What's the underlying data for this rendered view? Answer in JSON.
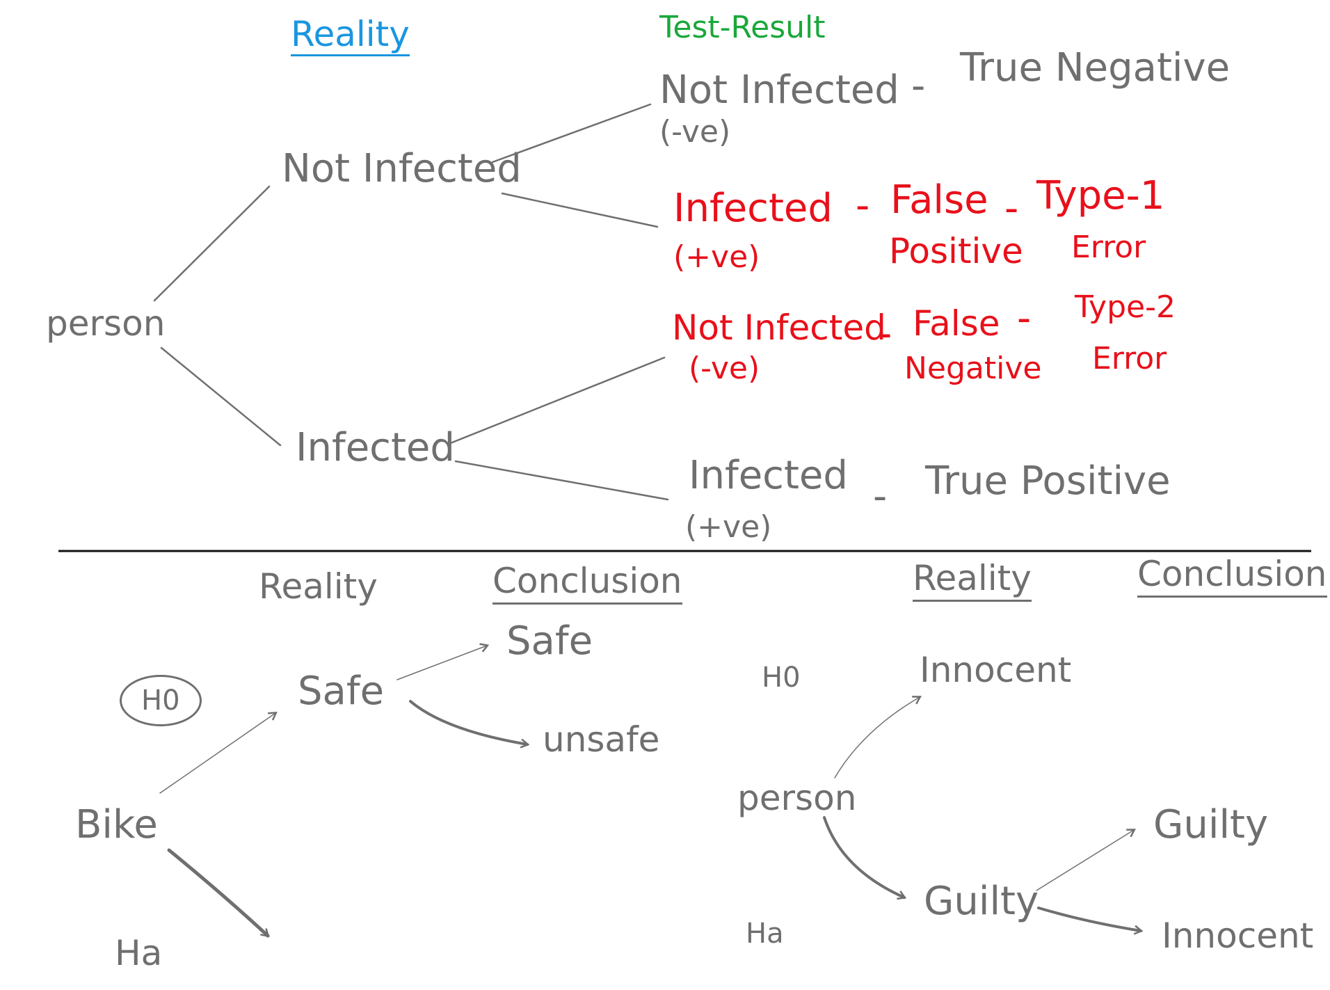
{
  "colors": {
    "ink": "#6f6f6f",
    "error": "#e8101a",
    "reality": "#1a96e0",
    "test_result": "#1aa83a"
  },
  "top": {
    "reality_header": "Reality",
    "test_result_header": "Test-Result",
    "root": "person",
    "not_infected": "Not Infected",
    "infected": "Infected",
    "outcomes": [
      {
        "result": "Not Infected",
        "sign": "(-ve)",
        "dash": "-",
        "label": "True Negative"
      },
      {
        "result": "Infected",
        "sign": "(+ve)",
        "dash1": "-",
        "label_line1": "False",
        "label_line2": "Positive",
        "dash2": "-",
        "type_line1": "Type-1",
        "type_line2": "Error"
      },
      {
        "result": "Not Infected",
        "sign": "(-ve)",
        "dash1": "-",
        "label_line1": "False",
        "label_line2": "Negative",
        "dash2": "-",
        "type_line1": "Type-2",
        "type_line2": "Error"
      },
      {
        "result": "Infected",
        "sign": "(+ve)",
        "dash": "-",
        "label": "True Positive"
      }
    ]
  },
  "bottom_left": {
    "reality_header": "Reality",
    "conclusion_header": "Conclusion",
    "h0": "H0",
    "root": "Bike",
    "safe": "Safe",
    "conclusion_safe": "Safe",
    "conclusion_unsafe": "unsafe",
    "ha": "Ha"
  },
  "bottom_right": {
    "reality_header": "Reality",
    "conclusion_header": "Conclusion",
    "h0": "H0",
    "root": "person",
    "innocent": "Innocent",
    "guilty": "Guilty",
    "conclusion_guilty": "Guilty",
    "conclusion_innocent": "Innocent",
    "ha": "Ha"
  }
}
